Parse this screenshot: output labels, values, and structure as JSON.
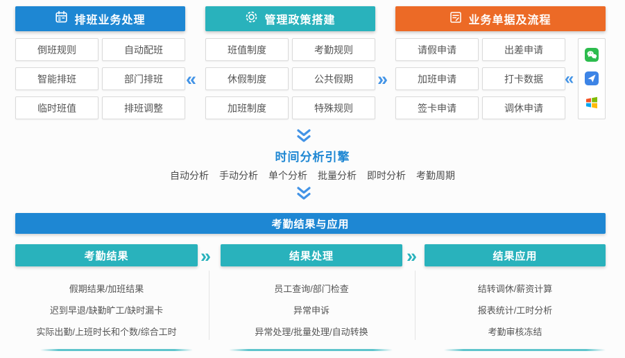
{
  "colors": {
    "blue": "#1e87d3",
    "teal": "#29b2bc",
    "orange": "#ec6a26",
    "chevron_blue": "#4293e6",
    "box_text": "#555555",
    "box_border": "#dadada"
  },
  "chevrons": {
    "left": "«",
    "right": "»"
  },
  "panels": [
    {
      "title": "排班业务处理",
      "icon": "calendar-icon",
      "items": [
        "倒班规则",
        "自动配班",
        "智能排班",
        "部门排班",
        "临时班值",
        "排班调整"
      ]
    },
    {
      "title": "管理政策搭建",
      "icon": "gear-icon",
      "items": [
        "班值制度",
        "考勤规则",
        "休假制度",
        "公共假期",
        "加班制度",
        "特殊规则"
      ]
    },
    {
      "title": "业务单据及流程",
      "icon": "form-icon",
      "items": [
        "请假申请",
        "出差申请",
        "加班申请",
        "打卡数据",
        "签卡申请",
        "调休申请"
      ]
    }
  ],
  "source_apps": [
    {
      "name": "wechat-icon"
    },
    {
      "name": "paper-plane-app-icon"
    },
    {
      "name": "windows-icon"
    }
  ],
  "engine": {
    "title": "时间分析引擎",
    "modes": [
      "自动分析",
      "手动分析",
      "单个分析",
      "批量分析",
      "即时分析",
      "考勤周期"
    ]
  },
  "results": {
    "banner": "考勤结果与应用",
    "columns": [
      {
        "title": "考勤结果",
        "rows": [
          "假期结果/加班结果",
          "迟到早退/缺勤旷工/缺时漏卡",
          "实际出勤/上班时长和个数/综合工时"
        ]
      },
      {
        "title": "结果处理",
        "rows": [
          "员工查询/部门检查",
          "异常申诉",
          "异常处理/批量处理/自动转换"
        ]
      },
      {
        "title": "结果应用",
        "rows": [
          "结转调休/薪资计算",
          "报表统计/工时分析",
          "考勤审核冻结"
        ]
      }
    ]
  }
}
